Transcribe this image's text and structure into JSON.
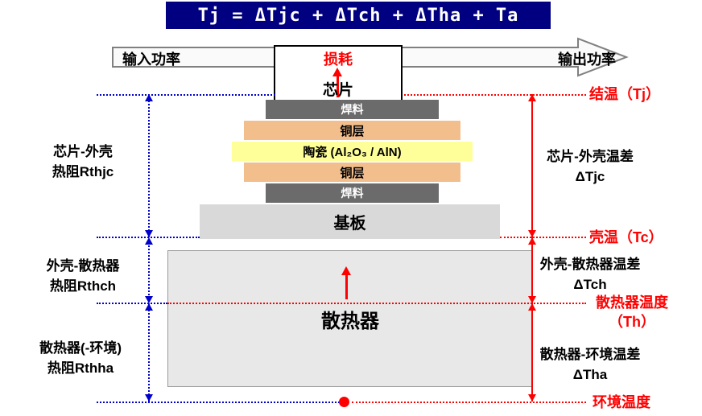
{
  "title": "Tj = ΔTjc + ΔTch + ΔTha + Ta",
  "power_flow": {
    "input_label": "输入功率",
    "loss_label": "损耗",
    "output_label": "输出功率"
  },
  "stack": {
    "chip_label": "芯片",
    "solder_top_label": "焊料",
    "copper_top_label": "铜层",
    "ceramic_label": "陶瓷 (Al₂O₃ / AlN)",
    "copper_bottom_label": "铜层",
    "solder_bottom_label": "焊料",
    "baseplate_label": "基板",
    "heatsink_label": "散热器"
  },
  "left_resistances": {
    "rthjc": {
      "line1": "芯片-外壳",
      "line2": "热阻Rthjc"
    },
    "rthch": {
      "line1": "外壳-散热器",
      "line2": "热阻Rthch"
    },
    "rthha": {
      "line1": "散热器(-环境)",
      "line2": "热阻Rthha"
    }
  },
  "right_deltas": {
    "dtjc": {
      "line1": "芯片-外壳温差",
      "line2": "ΔTjc"
    },
    "dtch": {
      "line1": "外壳-散热器温差",
      "line2": "ΔTch"
    },
    "dtha": {
      "line1": "散热器-环境温差",
      "line2": "ΔTha"
    }
  },
  "temperatures": {
    "tj": "结温（Tj）",
    "tc": "壳温（Tc）",
    "th_line1": "散热器温度",
    "th_line2": "（Th）",
    "ta": "环境温度"
  },
  "colors": {
    "title_bg": "#000080",
    "title_text": "#FFFFFF",
    "solder": "#6B6B6B",
    "copper": "#F2BE8C",
    "ceramic": "#FFFF99",
    "baseplate": "#D9D9D9",
    "heatsink": "#E8E8E8",
    "hot_red": "#FF0000",
    "cool_blue": "#0000CC",
    "arrow_outline": "#808080"
  }
}
